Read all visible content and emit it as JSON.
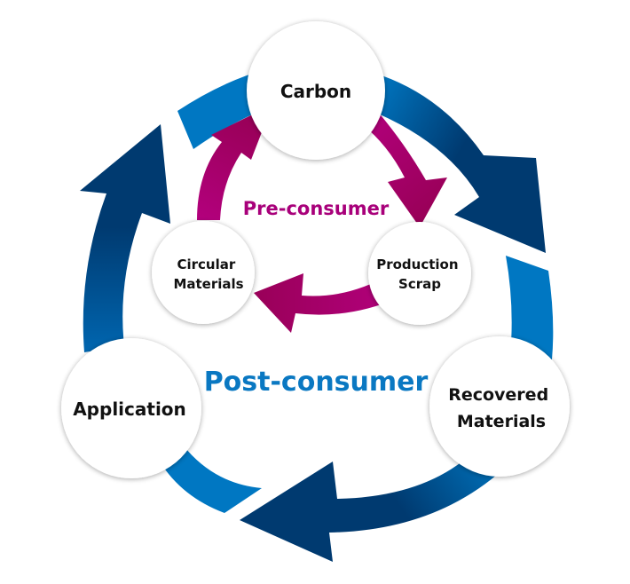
{
  "diagram": {
    "title_outer": "Post-consumer",
    "title_inner": "Pre-consumer",
    "colors": {
      "outer_dark": "#003a70",
      "outer_mid": "#005a9c",
      "outer_light": "#0077c2",
      "inner_dark": "#990058",
      "inner_light": "#b3007d",
      "post_consumer_text": "#0a78c2",
      "pre_consumer_text": "#a8007a",
      "node_fill": "#ffffff",
      "node_text": "#111111"
    },
    "outer_cycle": {
      "nodes": [
        {
          "id": "carbon",
          "lines": [
            "Carbon"
          ]
        },
        {
          "id": "recovered",
          "lines": [
            "Recovered",
            "Materials"
          ]
        },
        {
          "id": "application",
          "lines": [
            "Application"
          ]
        }
      ],
      "flow": [
        "Carbon",
        "Recovered Materials",
        "Application",
        "Carbon"
      ],
      "direction": "clockwise"
    },
    "inner_cycle": {
      "nodes": [
        {
          "id": "production",
          "lines": [
            "Production",
            "Scrap"
          ]
        },
        {
          "id": "circular",
          "lines": [
            "Circular",
            "Materials"
          ]
        }
      ],
      "flow": [
        "Carbon",
        "Production Scrap",
        "Circular Materials",
        "Carbon"
      ],
      "direction": "clockwise"
    }
  }
}
